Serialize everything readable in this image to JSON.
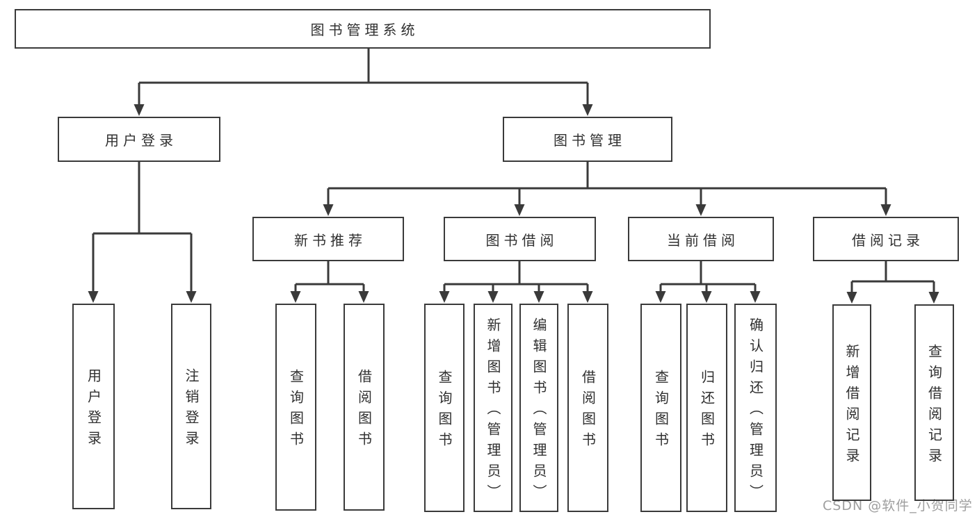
{
  "diagram": {
    "root": {
      "label": "图书管理系统"
    },
    "branches": [
      {
        "label": "用户登录",
        "children": [
          {
            "label": "用户登录"
          },
          {
            "label": "注销登录"
          }
        ]
      },
      {
        "label": "图书管理",
        "children": [
          {
            "label": "新书推荐",
            "children": [
              {
                "label": "查询图书"
              },
              {
                "label": "借阅图书"
              }
            ]
          },
          {
            "label": "图书借阅",
            "children": [
              {
                "label": "查询图书"
              },
              {
                "label": "新增图书（管理员）"
              },
              {
                "label": "编辑图书（管理员）"
              },
              {
                "label": "借阅图书"
              }
            ]
          },
          {
            "label": "当前借阅",
            "children": [
              {
                "label": "查询图书"
              },
              {
                "label": "归还图书"
              },
              {
                "label": "确认归还（管理员）"
              }
            ]
          },
          {
            "label": "借阅记录",
            "children": [
              {
                "label": "新增借阅记录"
              },
              {
                "label": "查询借阅记录"
              }
            ]
          }
        ]
      }
    ],
    "colors": {
      "line": "#3a3a3a",
      "text": "#303030",
      "watermark": "#9e9e9e",
      "background": "#ffffff"
    }
  },
  "watermark": "CSDN @软件_小贺同学"
}
